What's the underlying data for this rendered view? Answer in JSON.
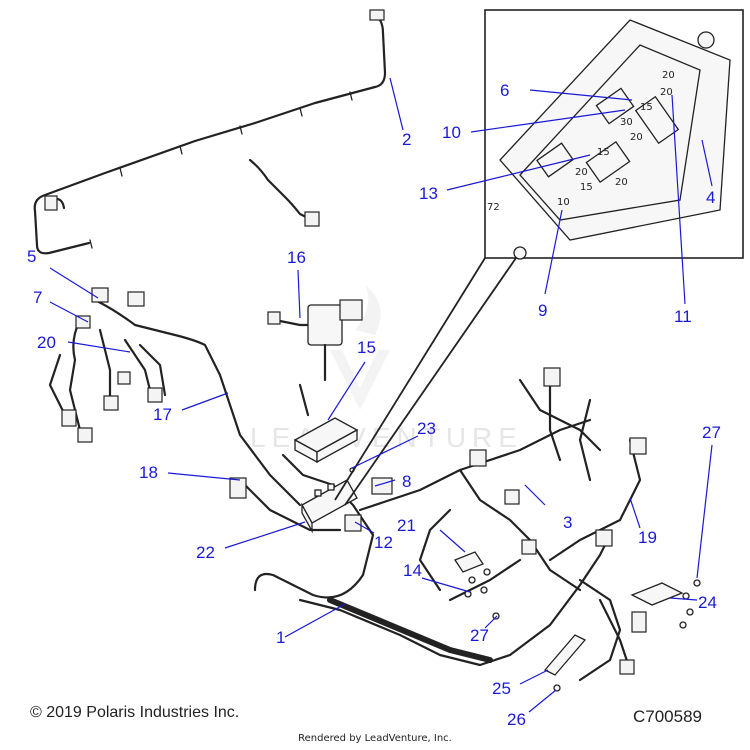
{
  "callouts": [
    {
      "id": "1",
      "label": "1"
    },
    {
      "id": "2",
      "label": "2"
    },
    {
      "id": "3",
      "label": "3"
    },
    {
      "id": "4",
      "label": "4"
    },
    {
      "id": "5",
      "label": "5"
    },
    {
      "id": "6",
      "label": "6"
    },
    {
      "id": "7",
      "label": "7"
    },
    {
      "id": "8",
      "label": "8"
    },
    {
      "id": "9",
      "label": "9"
    },
    {
      "id": "10",
      "label": "10"
    },
    {
      "id": "11",
      "label": "11"
    },
    {
      "id": "12",
      "label": "12"
    },
    {
      "id": "13",
      "label": "13"
    },
    {
      "id": "14",
      "label": "14"
    },
    {
      "id": "15",
      "label": "15"
    },
    {
      "id": "16",
      "label": "16"
    },
    {
      "id": "17",
      "label": "17"
    },
    {
      "id": "18",
      "label": "18"
    },
    {
      "id": "19",
      "label": "19"
    },
    {
      "id": "20",
      "label": "20"
    },
    {
      "id": "21",
      "label": "21"
    },
    {
      "id": "22",
      "label": "22"
    },
    {
      "id": "23",
      "label": "23"
    },
    {
      "id": "24",
      "label": "24"
    },
    {
      "id": "25",
      "label": "25"
    },
    {
      "id": "26",
      "label": "26"
    },
    {
      "id": "27a",
      "label": "27"
    },
    {
      "id": "27b",
      "label": "27"
    }
  ],
  "fuse_box_labels": {
    "f1": "20",
    "f2": "20",
    "f3": "30",
    "f4": "20",
    "f5": "15",
    "f6": "20",
    "f7": "10",
    "f8": "20",
    "f9": "15",
    "f10": "15",
    "f11": "72"
  },
  "watermark": "LEADVENTURE",
  "footer": {
    "copyright": "© 2019 Polaris Industries Inc.",
    "drawing_id": "C700589",
    "rendered_by": "Rendered by LeadVenture, Inc."
  },
  "colors": {
    "callout": "#1a1ad6",
    "line_art": "#222222",
    "watermark": "#e6e6e6"
  }
}
